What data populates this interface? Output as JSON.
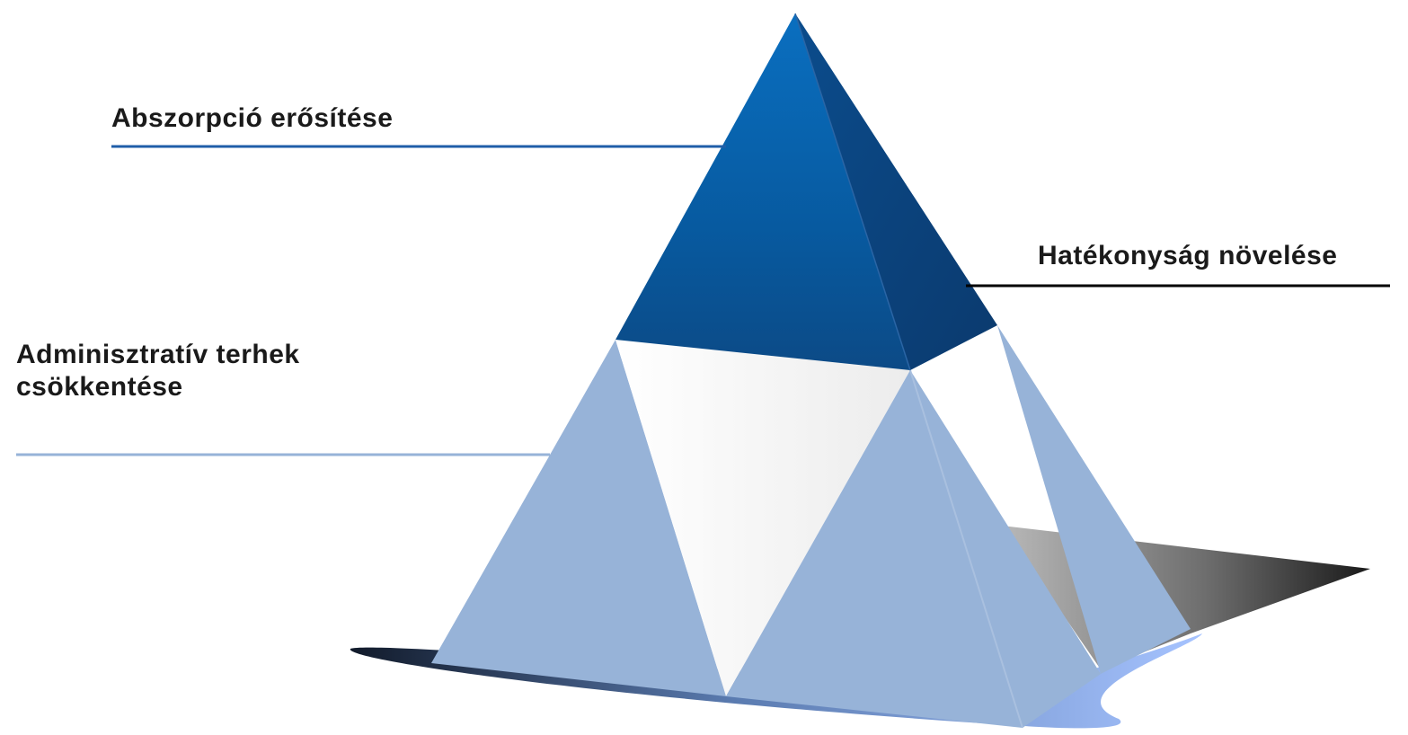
{
  "labels": {
    "top": "Abszorpció erősítése",
    "left_line1": "Adminisztratív terhek",
    "left_line2": "csökkentése",
    "right": "Hatékonyság növelése"
  },
  "colors": {
    "top_pyramid_light": "#0a6ab8",
    "top_pyramid_dark": "#0b3f78",
    "light_blue": "#97b3d8",
    "white_face": "#f7f7f7",
    "shadow_dark": "#1a1a1a",
    "leader_top": "#1f5ea8",
    "leader_left": "#97b3d8",
    "leader_right": "#000000"
  }
}
